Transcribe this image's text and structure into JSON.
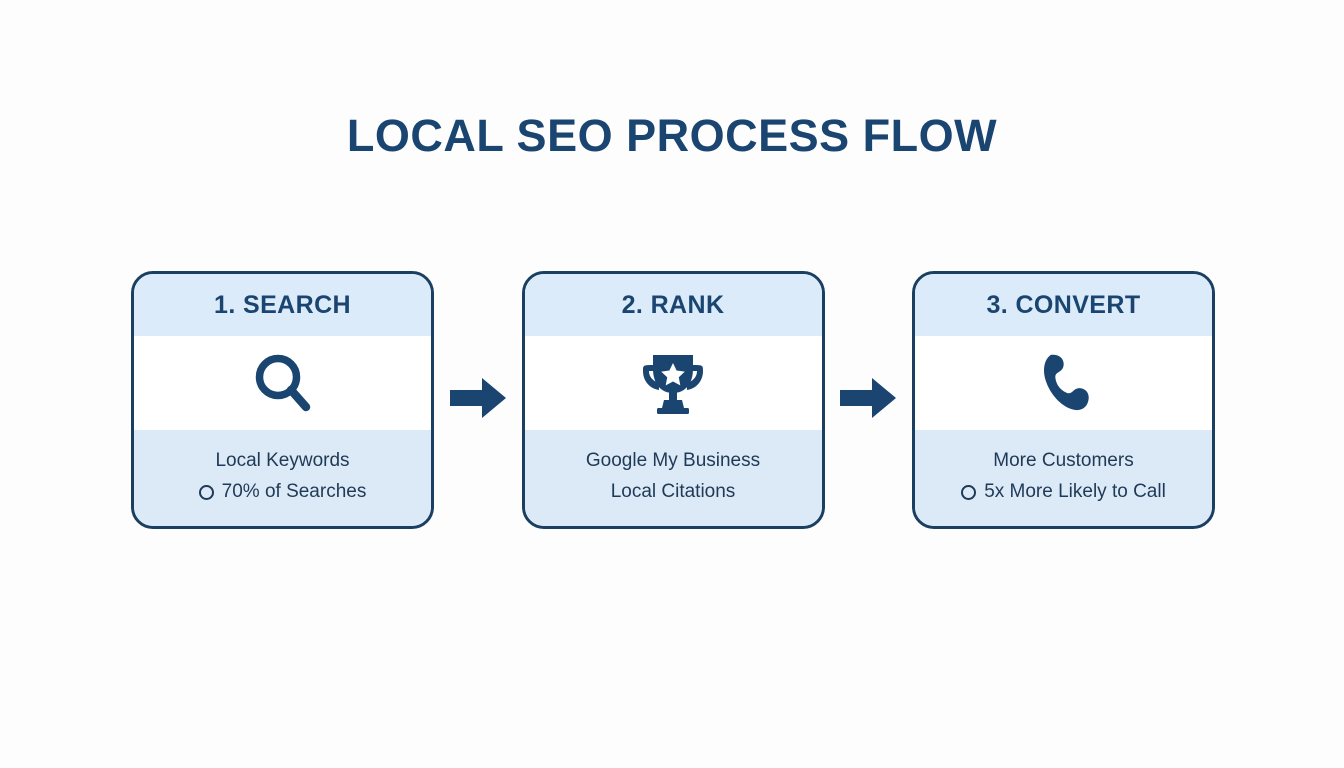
{
  "page": {
    "title": "LOCAL SEO PROCESS FLOW",
    "background_color": "#fdfdfe"
  },
  "colors": {
    "navy": "#1b4571",
    "border_navy": "#1b3f60",
    "band_blue": "#dcebfa",
    "footer_blue": "#dce9f7",
    "text_navy": "#1f3a56",
    "arrow_navy": "#1b4571"
  },
  "flow": {
    "steps": [
      {
        "header": "1. SEARCH",
        "icon": "search-icon",
        "footer_lines": [
          {
            "text": "Local Keywords",
            "bullet": false
          },
          {
            "text": "70% of Searches",
            "bullet": true
          }
        ]
      },
      {
        "header": "2. RANK",
        "icon": "trophy-icon",
        "footer_lines": [
          {
            "text": "Google My Business",
            "bullet": false
          },
          {
            "text": "Local Citations",
            "bullet": false
          }
        ]
      },
      {
        "header": "3. CONVERT",
        "icon": "phone-icon",
        "footer_lines": [
          {
            "text": "More Customers",
            "bullet": false
          },
          {
            "text": "5x More Likely to Call",
            "bullet": true
          }
        ]
      }
    ],
    "connectors": [
      {
        "icon": "arrow-right-icon"
      },
      {
        "icon": "arrow-right-icon"
      }
    ]
  }
}
